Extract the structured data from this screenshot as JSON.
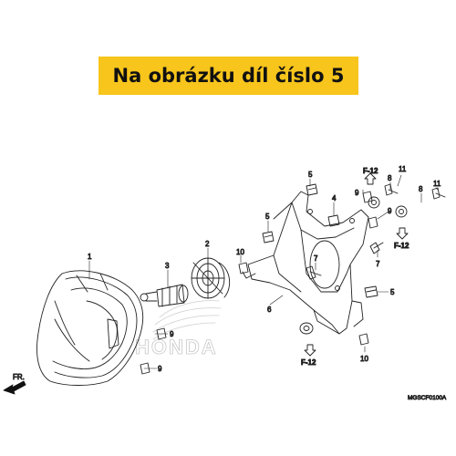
{
  "banner": {
    "text": "Na obrázku díl číslo 5",
    "color": "#f7c51c"
  },
  "watermark": {
    "text": "HONDA"
  },
  "callouts": [
    {
      "id": "c1",
      "label": "1"
    },
    {
      "id": "c2",
      "label": "2"
    },
    {
      "id": "c3",
      "label": "3"
    },
    {
      "id": "c4",
      "label": "4"
    },
    {
      "id": "c5a",
      "label": "5"
    },
    {
      "id": "c5b",
      "label": "5"
    },
    {
      "id": "c5c",
      "label": "5"
    },
    {
      "id": "c6",
      "label": "6"
    },
    {
      "id": "c7a",
      "label": "7"
    },
    {
      "id": "c7b",
      "label": "7"
    },
    {
      "id": "c8a",
      "label": "8"
    },
    {
      "id": "c8b",
      "label": "8"
    },
    {
      "id": "c9a",
      "label": "9"
    },
    {
      "id": "c9b",
      "label": "9"
    },
    {
      "id": "c9c",
      "label": "9"
    },
    {
      "id": "c9d",
      "label": "9"
    },
    {
      "id": "c10a",
      "label": "10"
    },
    {
      "id": "c10b",
      "label": "10"
    },
    {
      "id": "c11a",
      "label": "11"
    },
    {
      "id": "c11b",
      "label": "11"
    }
  ],
  "refs": [
    {
      "id": "f12a",
      "label": "F-12"
    },
    {
      "id": "f12b",
      "label": "F-12"
    },
    {
      "id": "f12c",
      "label": "F-12"
    }
  ],
  "front_label": "FR.",
  "diagram_code": "MGSCF0100A"
}
